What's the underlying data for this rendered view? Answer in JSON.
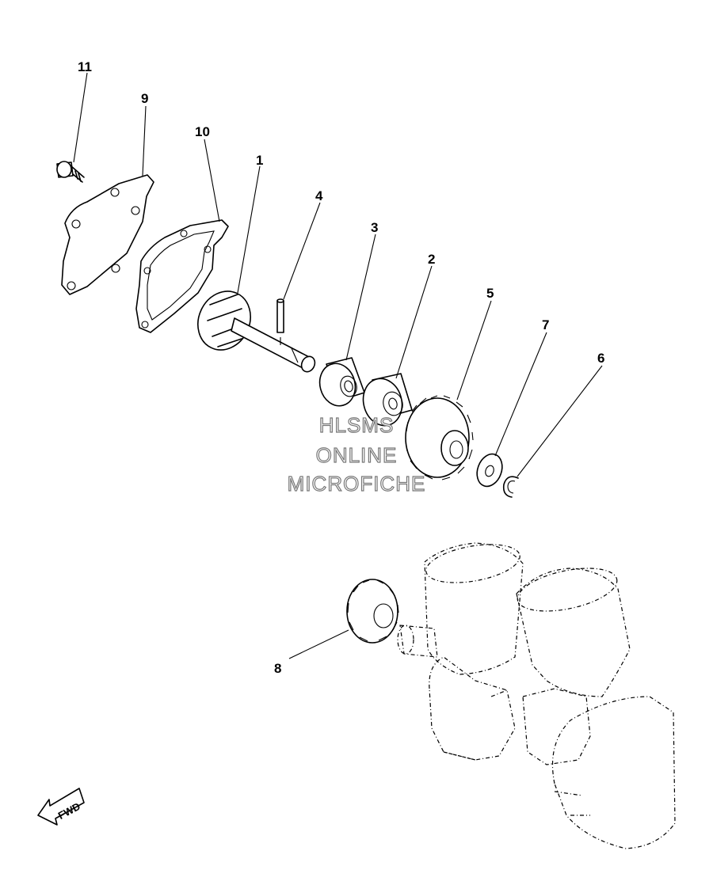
{
  "callouts": {
    "p1": "1",
    "p2": "2",
    "p3": "3",
    "p4": "4",
    "p5": "5",
    "p6": "6",
    "p7": "7",
    "p8": "8",
    "p9": "9",
    "p10": "10",
    "p11": "11"
  },
  "watermark": {
    "line1": "HLSMS",
    "line2": "ONLINE",
    "line3": "MICROFICHE"
  },
  "fwd_label": "FWD"
}
